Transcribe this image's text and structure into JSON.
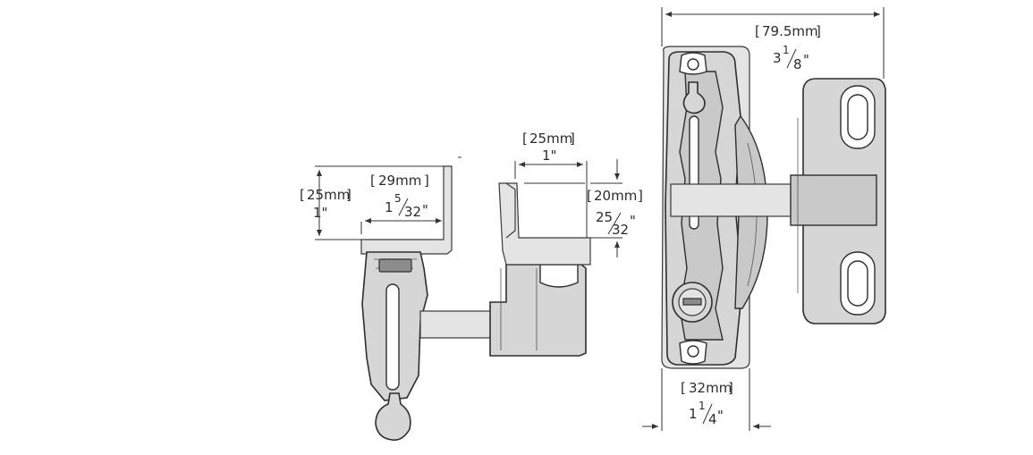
{
  "dimensions": {
    "height_left": {
      "mm": "25mm",
      "inch": "1\""
    },
    "offset_left": {
      "mm": "29mm",
      "whole": "1",
      "num": "5",
      "den": "32",
      "unit": "\""
    },
    "post_width": {
      "mm": "25mm",
      "inch": "1\""
    },
    "post_height": {
      "mm": "20mm",
      "num": "25",
      "den": "32",
      "unit": "\""
    },
    "overall_width": {
      "mm": "79.5mm",
      "whole": "3",
      "num": "1",
      "den": "8",
      "unit": "\""
    },
    "body_width": {
      "mm": "32mm",
      "whole": "1",
      "num": "1",
      "den": "4",
      "unit": "\""
    }
  },
  "icons": [
    "side-view-latch",
    "front-view-latch",
    "key-lock-icon"
  ]
}
